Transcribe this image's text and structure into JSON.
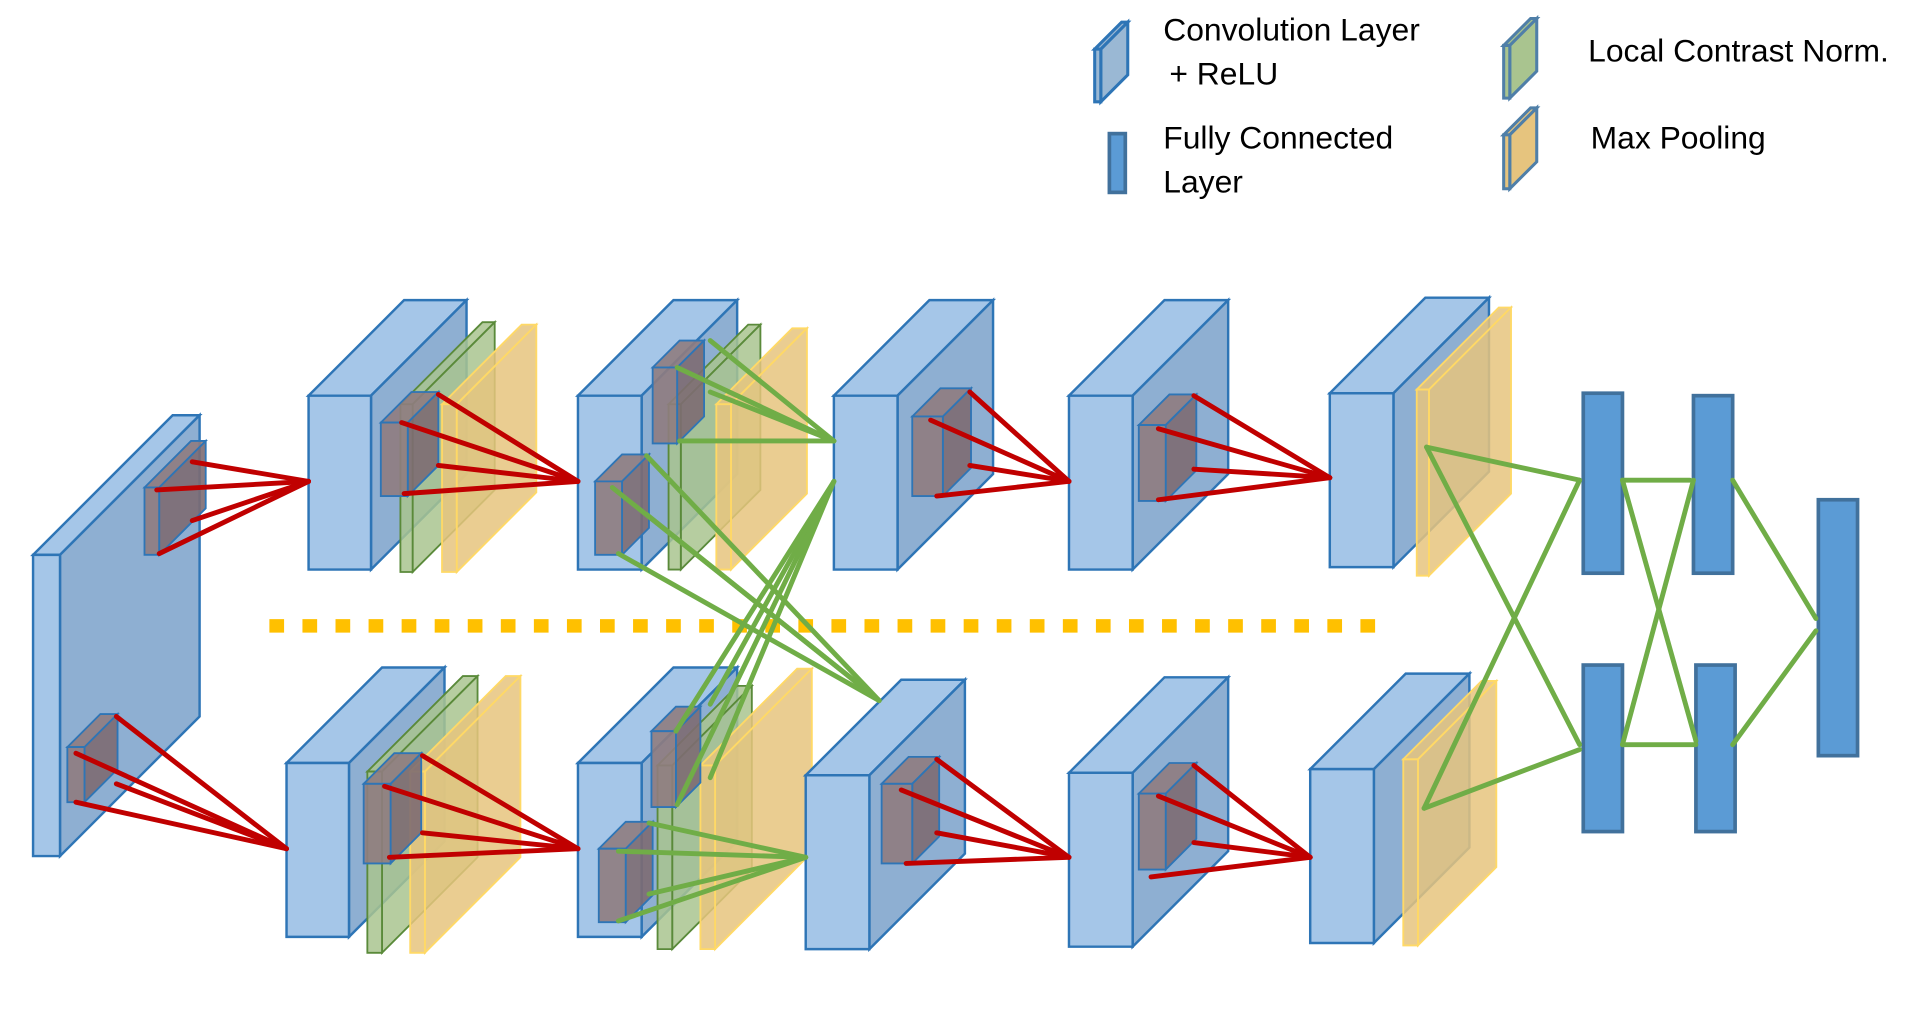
{
  "legend": {
    "conv_line1": "Convolution Layer",
    "conv_line2": "+ ReLU",
    "fc_line1": "Fully Connected",
    "fc_line2": "Layer",
    "lcn": "Local Contrast Norm.",
    "pool": "Max Pooling"
  },
  "colors": {
    "conv_fill": "#a5c6e8",
    "conv_side": "#8eafd2",
    "conv_stroke": "#2e75b6",
    "lcn_fill": "#a9c48f",
    "pool_fill": "#e6c47e",
    "pool_stroke": "#ffd966",
    "fc_fill": "#5b9bd5",
    "fc_stroke": "#41719c",
    "kernel_fill": "#8f7c80",
    "red_link": "#c00000",
    "green_link": "#70ad47",
    "split_line": "#ffc000"
  }
}
